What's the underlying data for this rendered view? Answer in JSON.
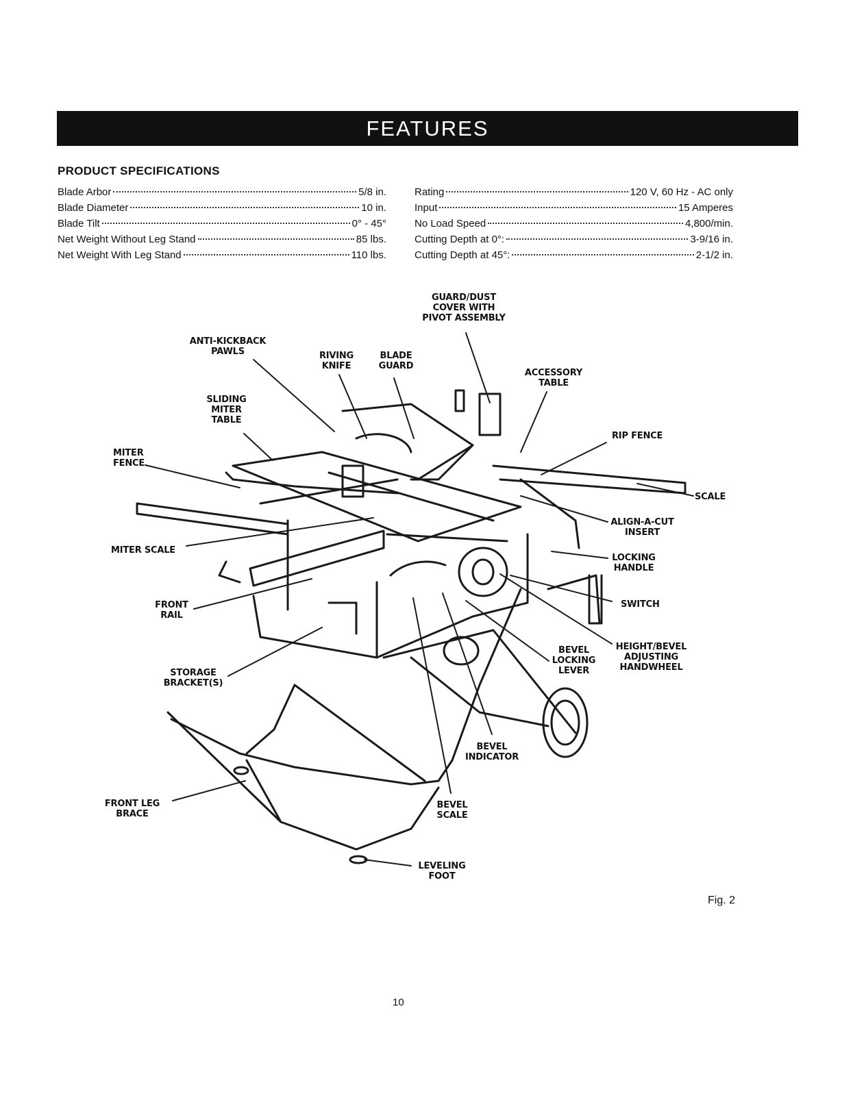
{
  "header": {
    "title": "FEATURES"
  },
  "specs": {
    "heading": "PRODUCT SPECIFICATIONS",
    "left": [
      {
        "label": "Blade Arbor",
        "value": "5/8 in."
      },
      {
        "label": "Blade Diameter",
        "value": "10 in."
      },
      {
        "label": "Blade Tilt",
        "value": "0° - 45°"
      },
      {
        "label": "Net Weight Without Leg Stand",
        "value": "85 lbs."
      },
      {
        "label": "Net Weight With Leg Stand",
        "value": "110 lbs."
      }
    ],
    "right": [
      {
        "label": "Rating",
        "value": "120 V, 60 Hz - AC only"
      },
      {
        "label": "Input",
        "value": "15 Amperes"
      },
      {
        "label": "No Load Speed",
        "value": "4,800/min."
      },
      {
        "label": "Cutting Depth at 0°:",
        "value": "3-9/16 in."
      },
      {
        "label": "Cutting Depth at 45°:",
        "value": "2-1/2 in."
      }
    ]
  },
  "callouts": {
    "guard_dust_cover": "GUARD/DUST\nCOVER WITH\nPIVOT ASSEMBLY",
    "anti_kickback_pawls": "ANTI-KICKBACK\nPAWLS",
    "riving_knife": "RIVING\nKNIFE",
    "blade_guard": "BLADE\nGUARD",
    "accessory_table": "ACCESSORY\nTABLE",
    "sliding_miter_table": "SLIDING\nMITER\nTABLE",
    "rip_fence": "RIP FENCE",
    "miter_fence": "MITER\nFENCE",
    "scale": "SCALE",
    "align_a_cut_insert": "ALIGN-A-CUT\nINSERT",
    "miter_scale": "MITER SCALE",
    "locking_handle": "LOCKING\nHANDLE",
    "switch": "SWITCH",
    "front_rail": "FRONT\nRAIL",
    "bevel_locking_lever": "BEVEL\nLOCKING\nLEVER",
    "height_bevel_handwheel": "HEIGHT/BEVEL\nADJUSTING\nHANDWHEEL",
    "storage_brackets": "STORAGE\nBRACKET(S)",
    "bevel_indicator": "BEVEL\nINDICATOR",
    "front_leg_brace": "FRONT LEG\nBRACE",
    "bevel_scale": "BEVEL\nSCALE",
    "leveling_foot": "LEVELING\nFOOT"
  },
  "figure_label": "Fig. 2",
  "page_number": "10"
}
